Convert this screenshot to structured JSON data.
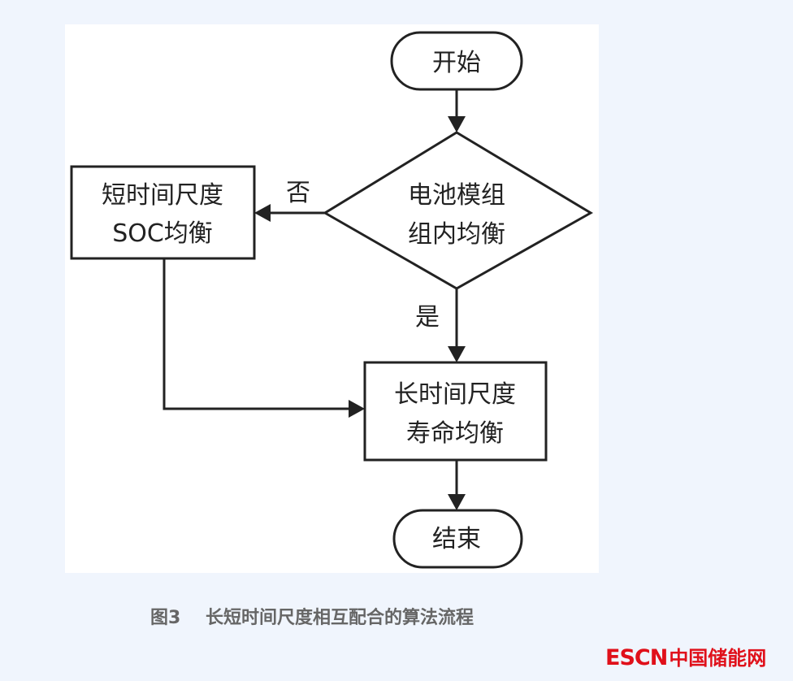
{
  "flowchart": {
    "start": "开始",
    "decision_line1": "电池模组",
    "decision_line2": "组内均衡",
    "no_label": "否",
    "yes_label": "是",
    "short_line1": "短时间尺度",
    "short_line2": "SOC均衡",
    "long_line1": "长时间尺度",
    "long_line2": "寿命均衡",
    "end": "结束"
  },
  "caption": "图3    长短时间尺度相互配合的算法流程",
  "logo": {
    "latin": "ESCN",
    "chinese": "中国储能网"
  },
  "colors": {
    "background": "#f0f5fd",
    "line": "#222222",
    "logo": "#e0101a",
    "caption": "#666666"
  }
}
